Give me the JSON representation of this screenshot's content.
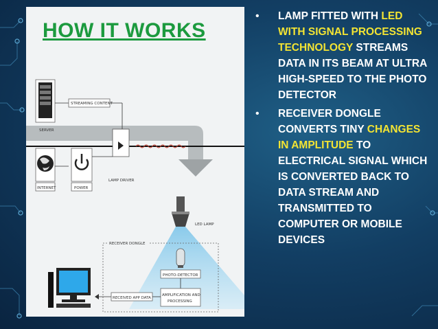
{
  "slide": {
    "title": "HOW IT WORKS",
    "diagram_labels": {
      "server": "SERVER",
      "streaming_content": "STREAMING CONTENT",
      "internet": "INTERNET",
      "power": "POWER",
      "lamp_driver": "LAMP DRIVER",
      "led_lamp": "LED LAMP",
      "receiver_dongle": "RECEIVER DONGLE",
      "photo_detector": "PHOTO-DETECTOR",
      "received_app_data": "RECEIVED APP DATA",
      "amplification_line1": "AMPLIFICATION AND",
      "amplification_line2": "PROCESSING"
    },
    "bullets": [
      {
        "part1": "LAMP FITTED WITH ",
        "hl1": "LED WITH SIGNAL PROCESSING TECHNOLOGY",
        "part2": " STREAMS DATA IN ITS BEAM AT ULTRA HIGH-SPEED TO THE PHOTO DETECTOR"
      },
      {
        "part1": "RECEIVER DONGLE CONVERTS TINY ",
        "hl1": "CHANGES IN AMPLITUDE",
        "part2": " TO ELECTRICAL SIGNAL WHICH IS CONVERTED BACK TO DATA STREAM AND TRANSMITTED TO COMPUTER OR MOBILE DEVICES"
      }
    ],
    "colors": {
      "title_green": "#1c9a3e",
      "highlight_yellow": "#f3e433",
      "background_blue": "#123e63",
      "beam_blue": "#9fd4ee"
    }
  }
}
